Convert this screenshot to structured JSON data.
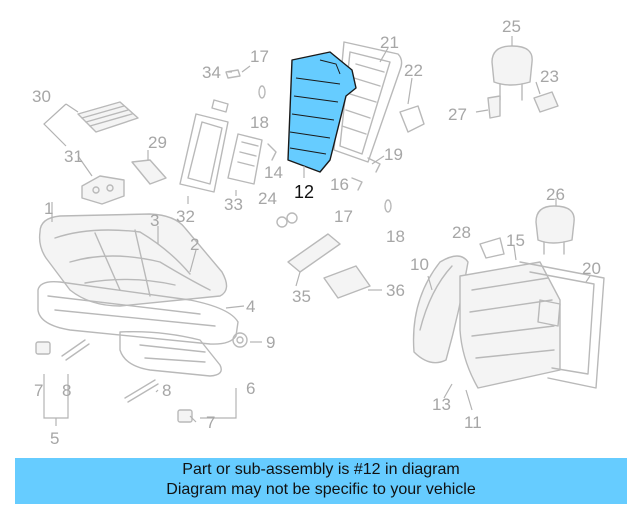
{
  "diagram": {
    "highlight_color": "#66ccff",
    "selected_part": "12",
    "callouts": [
      "1",
      "2",
      "3",
      "4",
      "5",
      "6",
      "7",
      "7",
      "7",
      "8",
      "8",
      "9",
      "10",
      "11",
      "12",
      "13",
      "14",
      "15",
      "16",
      "17",
      "17",
      "18",
      "18",
      "19",
      "20",
      "21",
      "22",
      "23",
      "24",
      "25",
      "26",
      "27",
      "28",
      "29",
      "30",
      "31",
      "32",
      "33",
      "34",
      "35",
      "36"
    ]
  },
  "caption": {
    "line1": "Part or sub-assembly is #12 in diagram",
    "line2": "Diagram may not be specific to your vehicle",
    "background": "#66ccff"
  }
}
